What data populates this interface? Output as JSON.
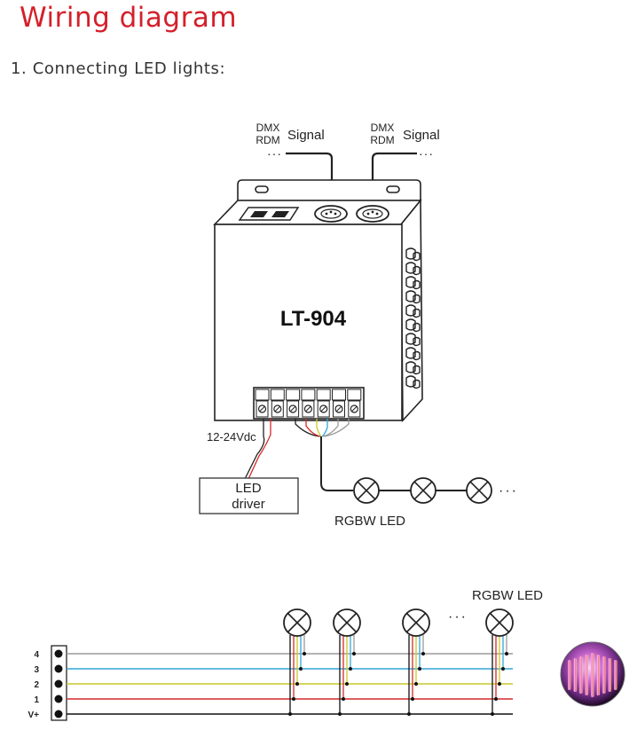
{
  "page": {
    "title": "Wiring diagram",
    "section": "1. Connecting LED lights:"
  },
  "controller": {
    "model": "LT-904",
    "signal_in": {
      "protocol_1": "DMX",
      "protocol_2": "RDM",
      "label": "Signal",
      "ellipsis": "···"
    },
    "signal_out": {
      "protocol_1": "DMX",
      "protocol_2": "RDM",
      "label": "Signal",
      "ellipsis": "···"
    },
    "power_label": "12-24Vdc"
  },
  "driver": {
    "line1": "LED",
    "line2": "driver"
  },
  "led_chain": {
    "label": "RGBW LED",
    "ellipsis": "···"
  },
  "bus": {
    "label": "RGBW LED",
    "ellipsis": "···",
    "pins": [
      {
        "label": "4",
        "color": "#9a9a9a"
      },
      {
        "label": "3",
        "color": "#33a6d6"
      },
      {
        "label": "2",
        "color": "#c9c92a"
      },
      {
        "label": "1",
        "color": "#d42a2a"
      },
      {
        "label": "V+",
        "color": "#111111"
      }
    ]
  },
  "colors": {
    "title": "#d4202a",
    "line": "#222222"
  }
}
